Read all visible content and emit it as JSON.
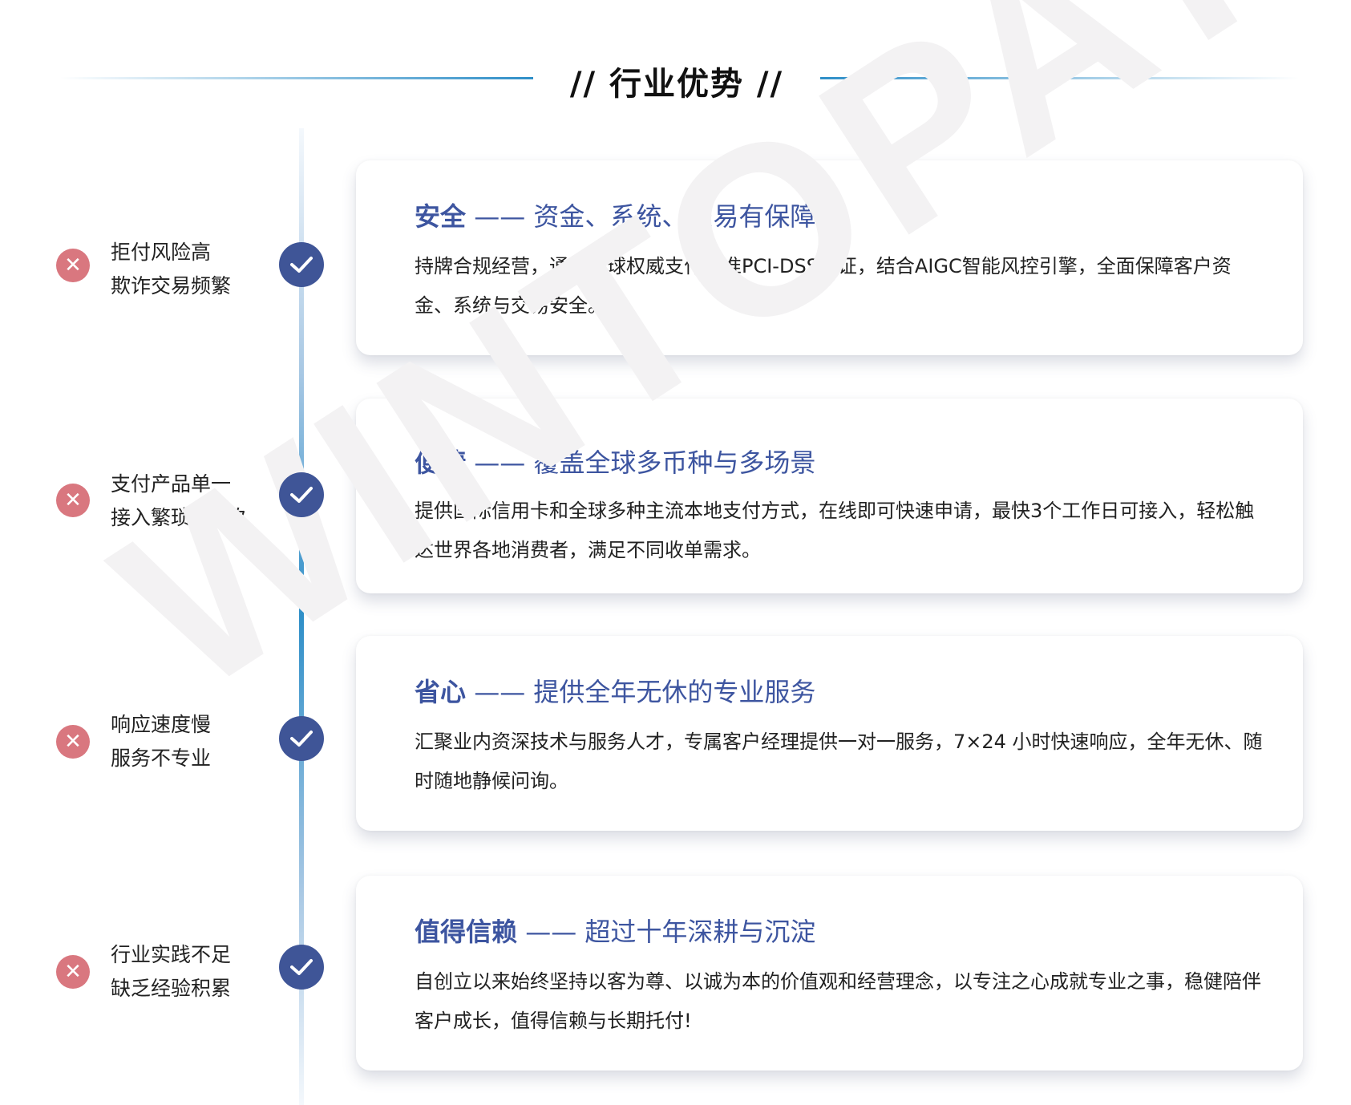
{
  "header": {
    "title": "// 行业优势 //"
  },
  "watermark": "WINTOPAY",
  "colors": {
    "accent": "#3d55a0",
    "check": "#3f5597",
    "cross": "#d9777f",
    "line": "#2f8fc8"
  },
  "rows": [
    {
      "pain": [
        "拒付风险高",
        "欺诈交易频繁"
      ],
      "title_bold": "安全",
      "title_rest": " —— 资金、系统、交易有保障",
      "body": "持牌合规经营，通过全球权威支付标准PCI-DSS认证，结合AIGC智能风控引擎，全面保障客户资金、系统与交易安全。"
    },
    {
      "pain": [
        "支付产品单一",
        "接入繁琐时间久"
      ],
      "title_bold": "便捷",
      "title_rest": " —— 覆盖全球多币种与多场景",
      "body": "提供国际信用卡和全球多种主流本地支付方式，在线即可快速申请，最快3个工作日可接入，轻松触达世界各地消费者，满足不同收单需求。"
    },
    {
      "pain": [
        "响应速度慢",
        "服务不专业"
      ],
      "title_bold": "省心",
      "title_rest": " —— 提供全年无休的专业服务",
      "body": "汇聚业内资深技术与服务人才，专属客户经理提供一对一服务，7×24 小时快速响应，全年无休、随时随地静候问询。"
    },
    {
      "pain": [
        "行业实践不足",
        "缺乏经验积累"
      ],
      "title_bold": "值得信赖",
      "title_rest": " —— 超过十年深耕与沉淀",
      "body": "自创立以来始终坚持以客为尊、以诚为本的价值观和经营理念，以专注之心成就专业之事，稳健陪伴客户成长，值得信赖与长期托付!"
    }
  ]
}
